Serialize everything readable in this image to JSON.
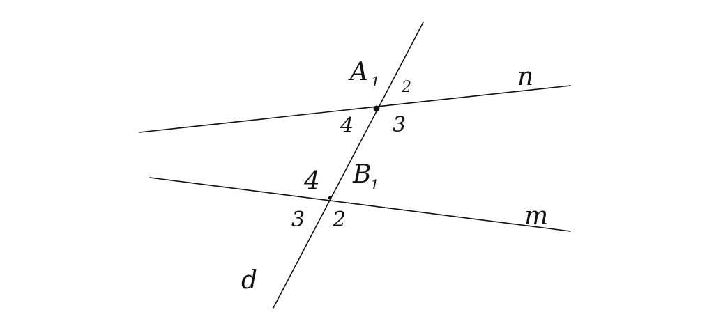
{
  "diagram": {
    "lines": {
      "d": "d",
      "n": "n",
      "m": "m"
    },
    "points": {
      "A": {
        "letter": "A",
        "subscript": "1"
      },
      "B": {
        "letter": "B",
        "subscript": "1"
      }
    },
    "angles_at_A": {
      "a2": "2",
      "a3": "3",
      "a4": "4"
    },
    "angles_at_B": {
      "b4": "4",
      "b3": "3",
      "b2": "2"
    },
    "colors": {
      "ink": "#111111",
      "background": "#ffffff"
    }
  }
}
